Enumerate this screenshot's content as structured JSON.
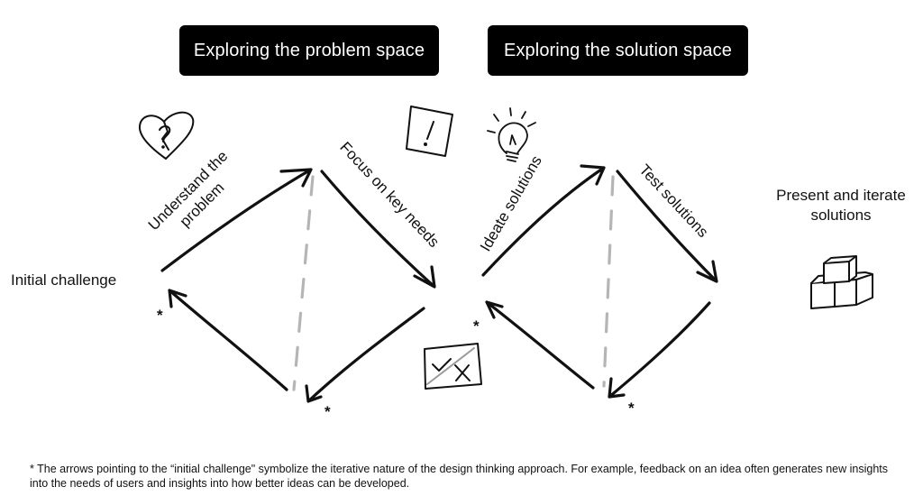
{
  "headers": {
    "problem_space": "Exploring the problem space",
    "solution_space": "Exploring the solution space"
  },
  "labels": {
    "initial_challenge": "Initial challenge",
    "understand_line1": "Understand the",
    "understand_line2": "problem",
    "focus": "Focus on key needs",
    "ideate": "Ideate solutions",
    "test": "Test solutions",
    "present_line1": "Present and iterate",
    "present_line2": "solutions"
  },
  "icons": {
    "problem_start": "broken-heart-question-icon",
    "problem_end": "exclamation-card-icon",
    "solution_start": "lightbulb-icon",
    "feedback": "check-cross-card-icon",
    "result": "stacked-boxes-icon"
  },
  "markers": {
    "asterisk": "*"
  },
  "footnote": "* The arrows pointing to the “initial challenge\" symbolize the iterative nature of the design thinking approach. For example, feedback on an idea often generates new insights into the needs of users and insights into how better ideas can be developed.",
  "colors": {
    "pill_bg": "#000000",
    "pill_text": "#ffffff",
    "stroke": "#111111",
    "dashed_divider": "#b5b5b5"
  }
}
